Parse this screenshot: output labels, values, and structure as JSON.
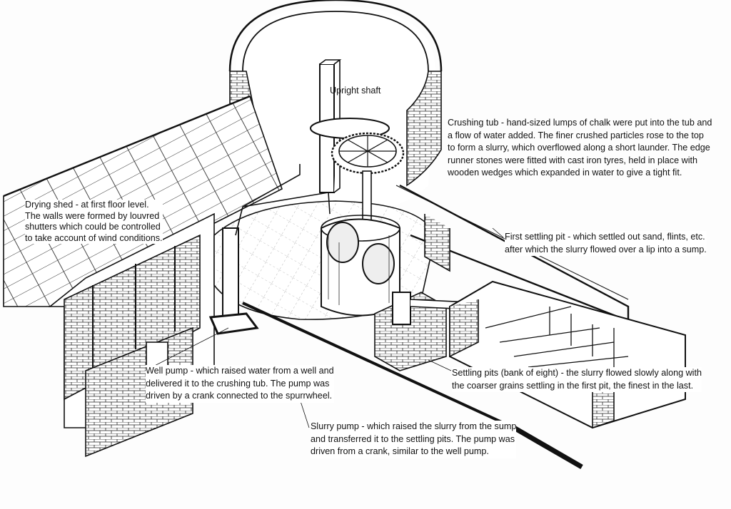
{
  "labels": {
    "upright_shaft": [
      "Upright shaft"
    ],
    "crushing_tub": [
      "Crushing tub - hand-sized lumps of chalk were put into the tub and",
      "a flow of water added.  The finer crushed particles rose to the top",
      "to form a slurry, which overflowed along a short launder.  The edge",
      "runner stones were fitted with cast iron tyres, held in place with",
      "wooden wedges which expanded in water to give a tight fit."
    ],
    "drying_shed": [
      "Drying shed - at first floor level.",
      "The walls were formed by louvred",
      "shutters which could be controlled",
      "to take account of wind conditions."
    ],
    "first_settling_pit": [
      "First settling pit - which settled out sand, flints, etc.",
      "after which the slurry flowed over a lip into a sump."
    ],
    "well_pump": [
      "Well pump - which raised water from a well and",
      "delivered it to the crushing tub.  The pump was",
      "driven by a crank connected to the spurrwheel."
    ],
    "settling_pits": [
      "Settling pits (bank of eight) - the slurry flowed slowly along with",
      "the coarser grains settling in the first pit, the finest in the last."
    ],
    "slurry_pump": [
      "Slurry pump - which raised the slurry from the sump",
      "and transferred it to the settling pits.  The pump was",
      "driven from a crank, similar to the well pump."
    ]
  }
}
